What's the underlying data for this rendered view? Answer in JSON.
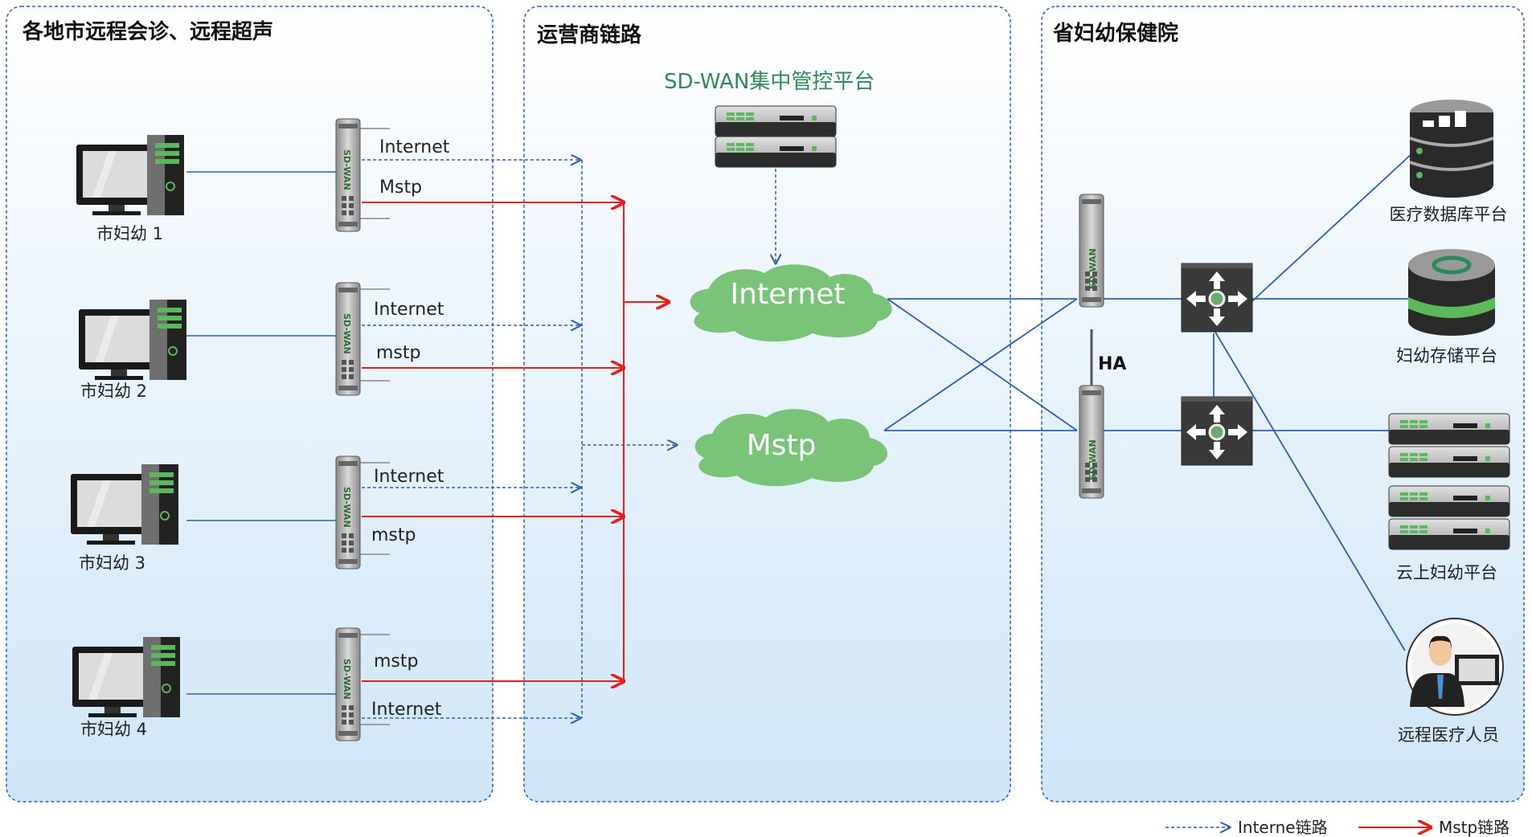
{
  "panels": {
    "left_title": "各地市远程会诊、远程超声",
    "middle_title": "运营商链路",
    "right_title": "省妇幼保健院"
  },
  "sites": [
    {
      "label": "市妇幼 1",
      "upper_link": "Internet",
      "lower_link": "Mstp"
    },
    {
      "label": "市妇幼 2",
      "upper_link": "Internet",
      "lower_link": "mstp"
    },
    {
      "label": "市妇幼 3",
      "upper_link": "Internet",
      "lower_link": "mstp"
    },
    {
      "label": "市妇幼 4",
      "upper_link": "mstp",
      "lower_link": "Internet"
    }
  ],
  "device_label": "SD-WAN",
  "control_platform": "SD-WAN集中管控平台",
  "clouds": {
    "internet": "Internet",
    "mstp": "Mstp"
  },
  "ha_label": "HA",
  "hospital_resources": {
    "database": "医疗数据库平台",
    "storage": "妇幼存储平台",
    "cloud_platform": "云上妇幼平台",
    "staff": "远程医疗人员"
  },
  "legend": {
    "internet": "Interne链路",
    "mstp": "Mstp链路"
  },
  "colors": {
    "internet_link": "#2e5fae",
    "mstp_link": "#e3201b",
    "cloud": "#7ac47a",
    "platform_text": "#2e8b57",
    "panel_border": "#2e5fae"
  }
}
